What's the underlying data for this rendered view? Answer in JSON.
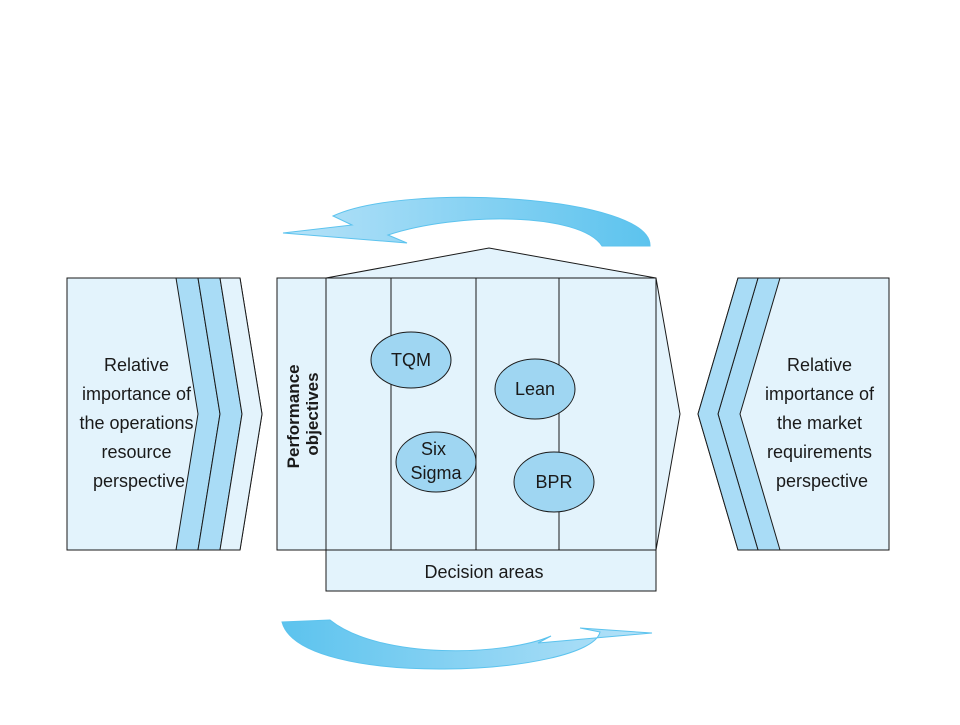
{
  "left_panel": {
    "lines": [
      "Relative",
      "importance of",
      "the operations",
      "resource",
      "perspective"
    ]
  },
  "right_panel": {
    "lines": [
      "Relative",
      "importance of",
      "the market",
      "requirements",
      "perspective"
    ]
  },
  "center": {
    "vertical_label_lines": [
      "Performance",
      "objectives"
    ],
    "bottom_label": "Decision areas",
    "ellipses": [
      {
        "id": "tqm",
        "lines": [
          "TQM"
        ]
      },
      {
        "id": "lean",
        "lines": [
          "Lean"
        ]
      },
      {
        "id": "six-sigma",
        "lines": [
          "Six",
          "Sigma"
        ]
      },
      {
        "id": "bpr",
        "lines": [
          "BPR"
        ]
      }
    ]
  },
  "colors": {
    "panel_fill": "#e3f3fc",
    "chevron_fill": "#a9dcf6",
    "ellipse_fill": "#9fd6f2",
    "arrow_dark": "#5cc3ee",
    "arrow_light": "#b6e2f8",
    "stroke": "#1a1a1a"
  }
}
